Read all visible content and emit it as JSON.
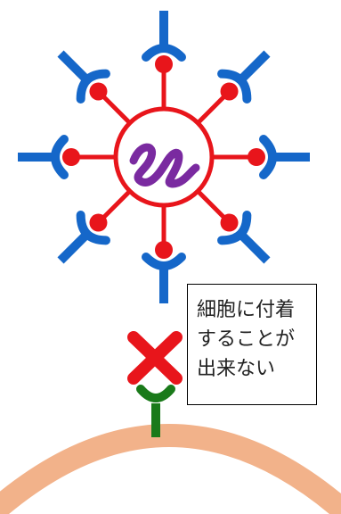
{
  "callout": {
    "lines": [
      "細胞に付着",
      "することが",
      "出来ない"
    ]
  },
  "colors": {
    "virus_ring": "#e8151b",
    "antibody": "#1567c9",
    "genome": "#7a2aa0",
    "block_x": "#e8151b",
    "receptor": "#1a7a1a",
    "cell_membrane": "#f2b28a"
  },
  "icons": {
    "virus": "virus-icon",
    "genome": "rna-genome-icon",
    "antibody": "antibody-icon",
    "block": "x-mark-icon",
    "receptor": "receptor-icon",
    "cell": "cell-membrane-icon"
  }
}
